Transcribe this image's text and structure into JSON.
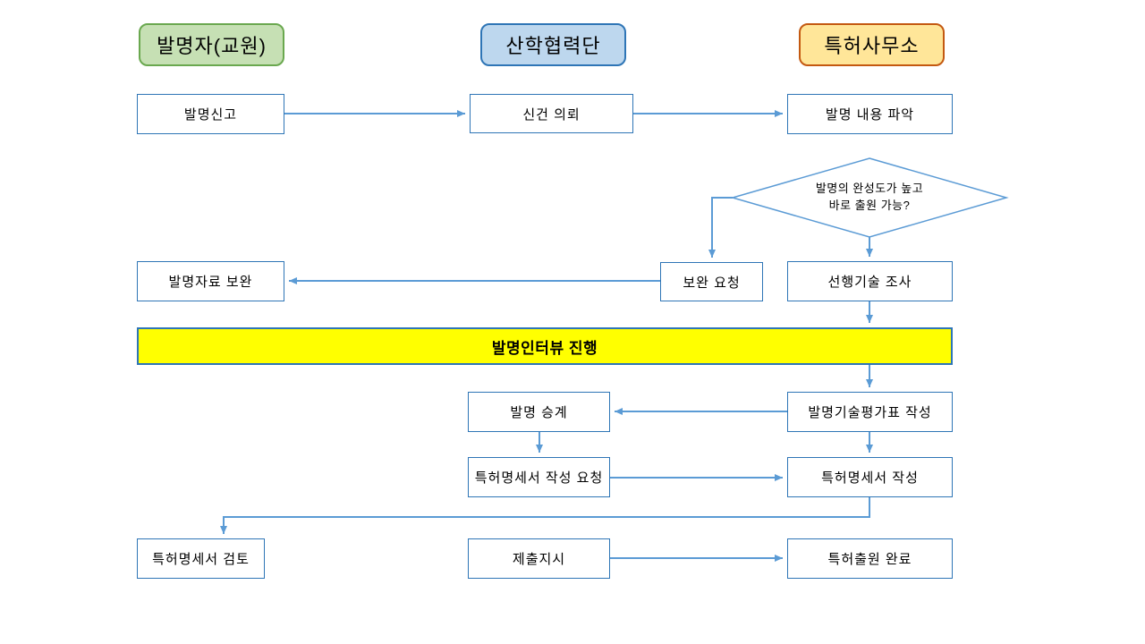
{
  "palette": {
    "arrow_blue": "#5B9BD5",
    "box_border_blue": "#2E75B6",
    "banner_yellow": "#FFFF00",
    "lane_green_fill": "#C6E0B4",
    "lane_green_border": "#6AA84F",
    "lane_blue_fill": "#BDD7EE",
    "lane_blue_border": "#2E75B6",
    "lane_orange_fill": "#FFE699",
    "lane_orange_border": "#C45911"
  },
  "lanes": [
    {
      "label": "발명자(교원)"
    },
    {
      "label": "산학협력단"
    },
    {
      "label": "특허사무소"
    }
  ],
  "nodes": {
    "invention_report": {
      "label": "발명신고"
    },
    "new_case_request": {
      "label": "신건 의뢰"
    },
    "understand_invention": {
      "label": "발명 내용 파악"
    },
    "supplement_request": {
      "label": "보완 요청"
    },
    "prior_art_search": {
      "label": "선행기술 조사"
    },
    "supplement_materials": {
      "label": "발명자료 보완"
    },
    "invention_succession": {
      "label": "발명 승계"
    },
    "evaluation_sheet": {
      "label": "발명기술평가표 작성"
    },
    "spec_request": {
      "label": "특허명세서 작성 요청"
    },
    "spec_writing": {
      "label": "특허명세서 작성"
    },
    "spec_review": {
      "label": "특허명세서 검토"
    },
    "submit_order": {
      "label": "제출지시"
    },
    "application_complete": {
      "label": "특허출원 완료"
    }
  },
  "decision": {
    "line1": "발명의 완성도가 높고",
    "line2": "바로 출원 가능?"
  },
  "banner": {
    "label": "발명인터뷰 진행"
  }
}
